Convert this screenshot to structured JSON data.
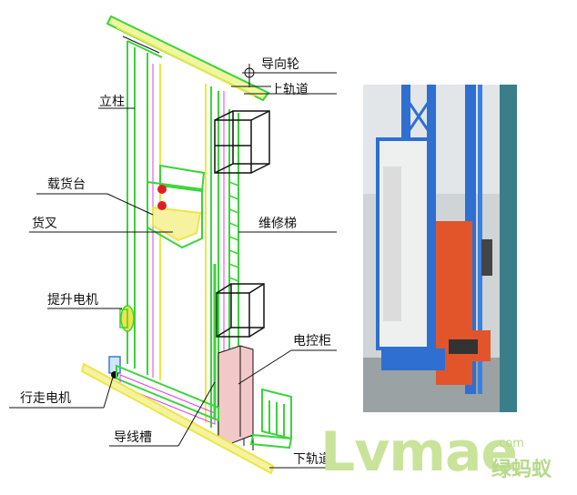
{
  "labels": {
    "guide_wheel": "导向轮",
    "upper_rail": "上轨道",
    "column": "立柱",
    "cargo_platform": "载货台",
    "fork": "货叉",
    "ladder": "维修梯",
    "lift_motor": "提升电机",
    "control_cabinet": "电控柜",
    "travel_motor": "行走电机",
    "cable_duct": "导线槽",
    "lower_rail": "下轨道"
  },
  "watermark": {
    "main": "Lvmae",
    "domain": ".com",
    "chinese": "绿蚂蚁"
  },
  "colors": {
    "frame_green": "#39d439",
    "rail_yellow": "#e8e84a",
    "detail_pink": "#e040e0",
    "line_black": "#111111",
    "cabinet_pink": "#f3c8c8",
    "photo_blue": "#2e6fd1",
    "photo_orange": "#e2552a",
    "watermark_green": "#c9e49a"
  }
}
